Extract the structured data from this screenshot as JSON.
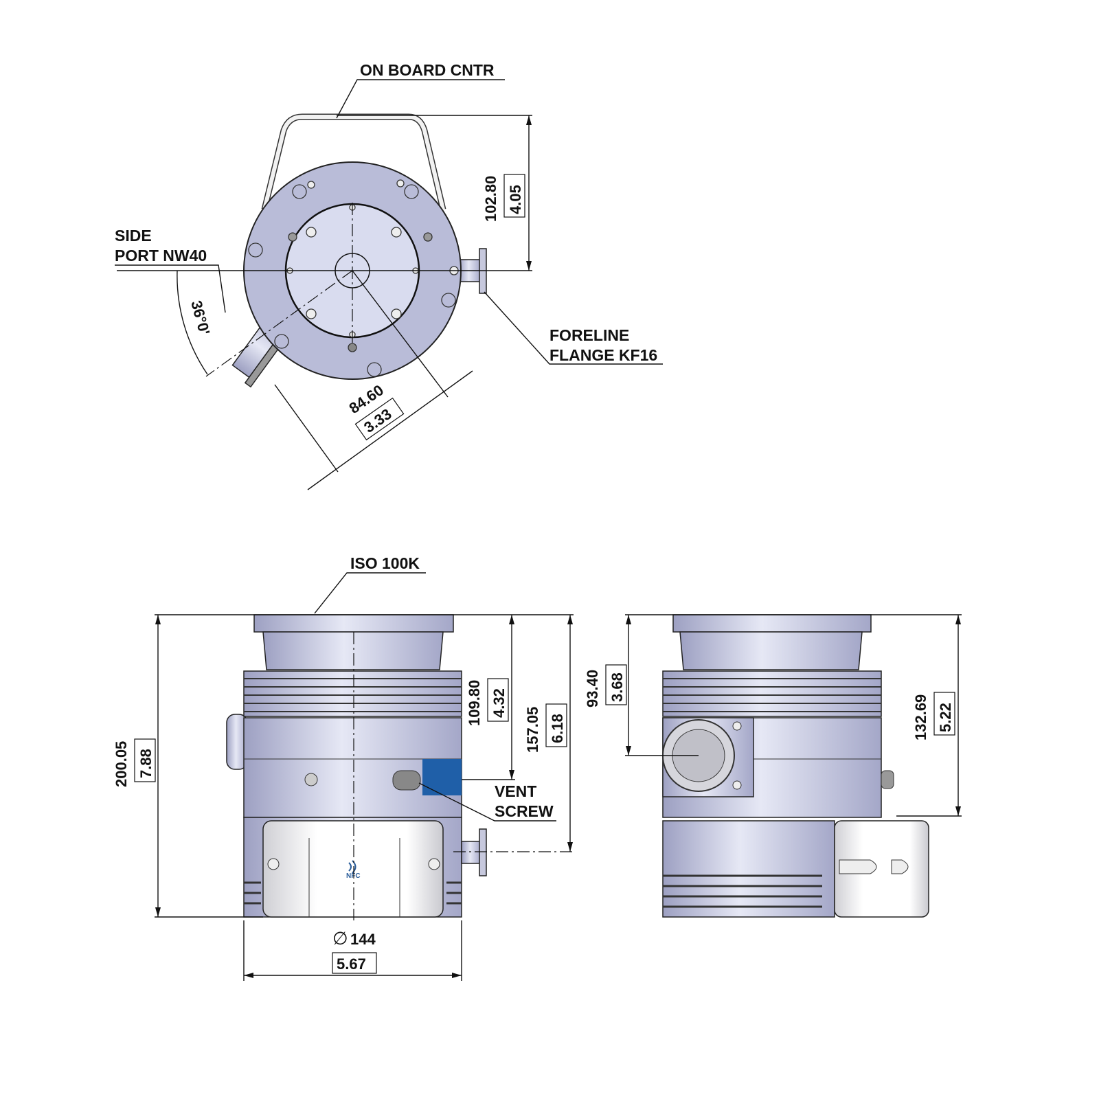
{
  "top_view": {
    "label_onboard": "ON BOARD CNTR",
    "label_side_1": "SIDE",
    "label_side_2": "PORT NW40",
    "label_foreline_1": "FORELINE",
    "label_foreline_2": "FLANGE KF16",
    "dim_height_mm": "102.80",
    "dim_height_in": "4.05",
    "dim_port_mm": "84.60",
    "dim_port_in": "3.33",
    "dim_angle": "36°0'"
  },
  "front_view": {
    "label_inlet": "ISO 100K",
    "label_vent_1": "VENT",
    "label_vent_2": "SCREW",
    "nfc_text": "NFC",
    "dim_total_mm": "200.05",
    "dim_total_in": "7.88",
    "dim_vent_mm": "109.80",
    "dim_vent_in": "4.32",
    "dim_foreline_mm": "157.05",
    "dim_foreline_in": "6.18",
    "dim_dia_symbol": "∅",
    "dim_dia_mm": "144",
    "dim_dia_in": "5.67"
  },
  "side_view": {
    "dim_sideport_mm": "93.40",
    "dim_sideport_in": "3.68",
    "dim_ctrl_mm": "132.69",
    "dim_ctrl_in": "5.22"
  },
  "colors": {
    "body": "#b9bcd8",
    "inner": "#d9dcef",
    "vent": "#1f5fa8"
  }
}
